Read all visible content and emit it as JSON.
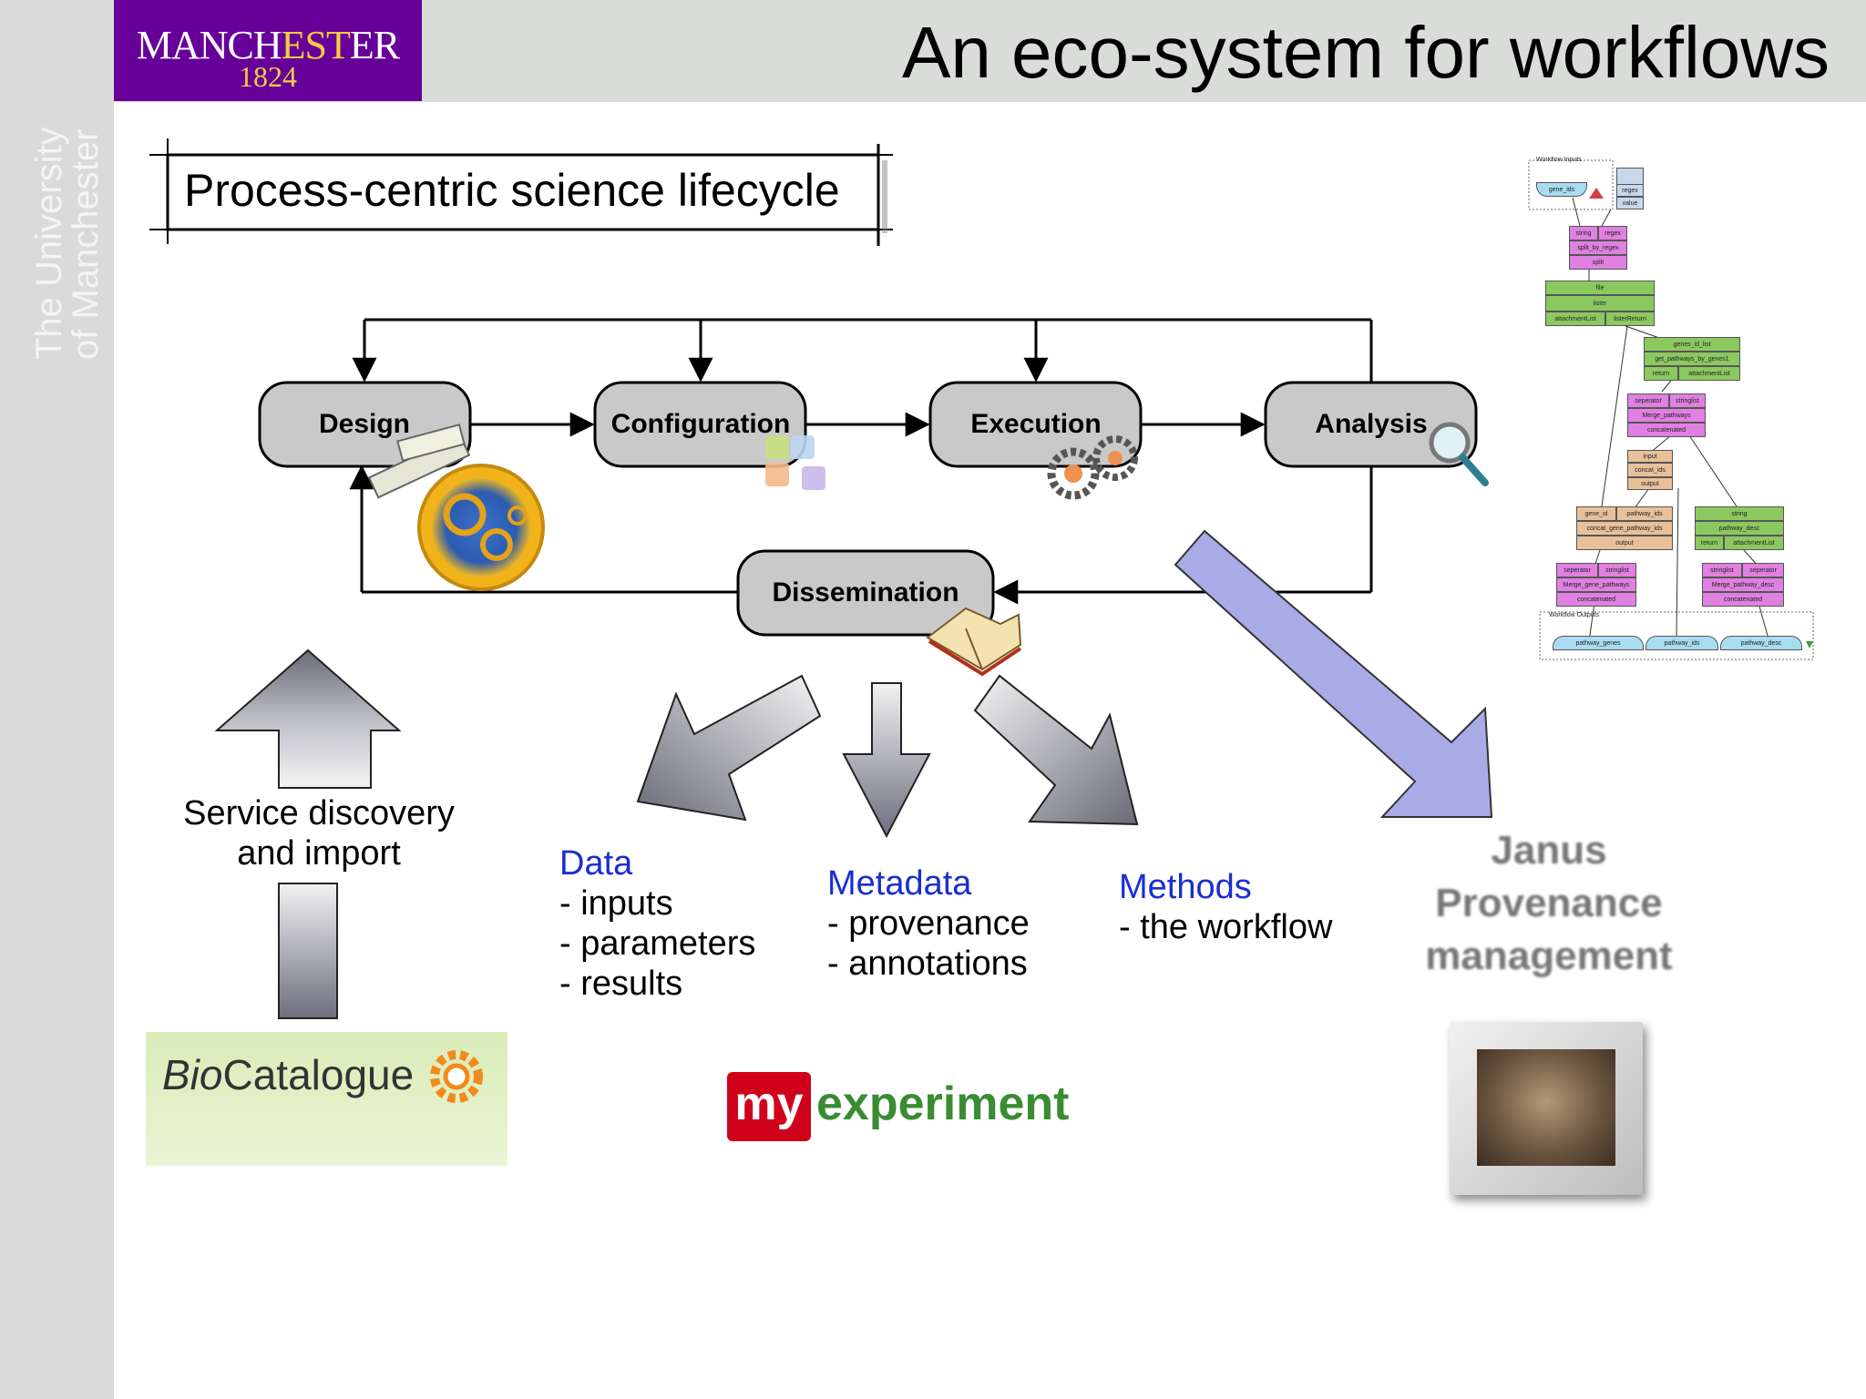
{
  "header": {
    "logo_line1_a": "MANCH",
    "logo_line1_b": "EST",
    "logo_line1_c": "ER",
    "logo_line2": "1824",
    "title": "An eco-system for workflows"
  },
  "sidebar": {
    "line1": "The University",
    "line2": "of Manchester"
  },
  "lifecycle": {
    "title": "Process-centric science lifecycle",
    "stages": [
      "Design",
      "Configuration",
      "Execution",
      "Analysis",
      "Dissemination"
    ]
  },
  "service": {
    "line1": "Service discovery",
    "line2": "and import"
  },
  "outputs": {
    "data": {
      "heading": "Data",
      "items": [
        "- inputs",
        "- parameters",
        "- results"
      ]
    },
    "metadata": {
      "heading": "Metadata",
      "items": [
        "- provenance",
        "- annotations"
      ]
    },
    "methods": {
      "heading": "Methods",
      "items": [
        "- the workflow"
      ]
    }
  },
  "janus": {
    "line1": "Janus",
    "line2": "Provenance",
    "line3": "management"
  },
  "logos": {
    "biocatalogue_a": "Bio",
    "biocatalogue_b": "Catalogue",
    "myexp_my": "my",
    "myexp_exp": "experiment"
  },
  "workflow_thumbnail": {
    "inputs_title": "Workflow Inputs",
    "outputs_title": "Workflow Outputs",
    "nodes": {
      "gene_ids": "gene_ids",
      "regex": "regex",
      "value": "value",
      "string": "string",
      "regex_port": "regex",
      "split_by_regex": "split_by_regex",
      "split": "split",
      "file": "file",
      "lister": "lister",
      "attachmentList": "attachmentList",
      "listerReturn": "listerReturn",
      "genes_id_list": "genes_id_list",
      "get_pathways": "get_pathways_by_genes1",
      "return": "return",
      "attachmentList2": "attachmentList",
      "seperator": "seperator",
      "stringlist": "stringlist",
      "merge_pathways": "Merge_pathways",
      "concatenated": "concatenated",
      "input": "input",
      "concat_ids": "concat_ids",
      "output": "output",
      "gene_id": "gene_id",
      "pathway_ids": "pathway_ids",
      "concat_gene_pathway": "concat_gene_pathway_ids",
      "output2": "output",
      "string2": "string",
      "pathway_desc": "pathway_desc",
      "return2": "return",
      "attachmentList3": "attachmentList",
      "seperator2": "seperator",
      "stringlist2": "stringlist",
      "merge_genes": "Merge_gene_pathways",
      "concatenated2": "concatenated",
      "stringlist3": "stringlist",
      "seperator3": "seperator",
      "merge_desc": "Merge_pathway_desc",
      "concatenated3": "concatenated",
      "out_genes": "pathway_genes",
      "out_ids": "pathway_ids",
      "out_desc": "pathway_desc"
    }
  },
  "colors": {
    "purple": "#660099",
    "gold": "#f4cc3f",
    "stage_fill": "#c9c9c9",
    "heading_blue": "#1a2fd0",
    "arrow_blue": "#a9abe6"
  }
}
